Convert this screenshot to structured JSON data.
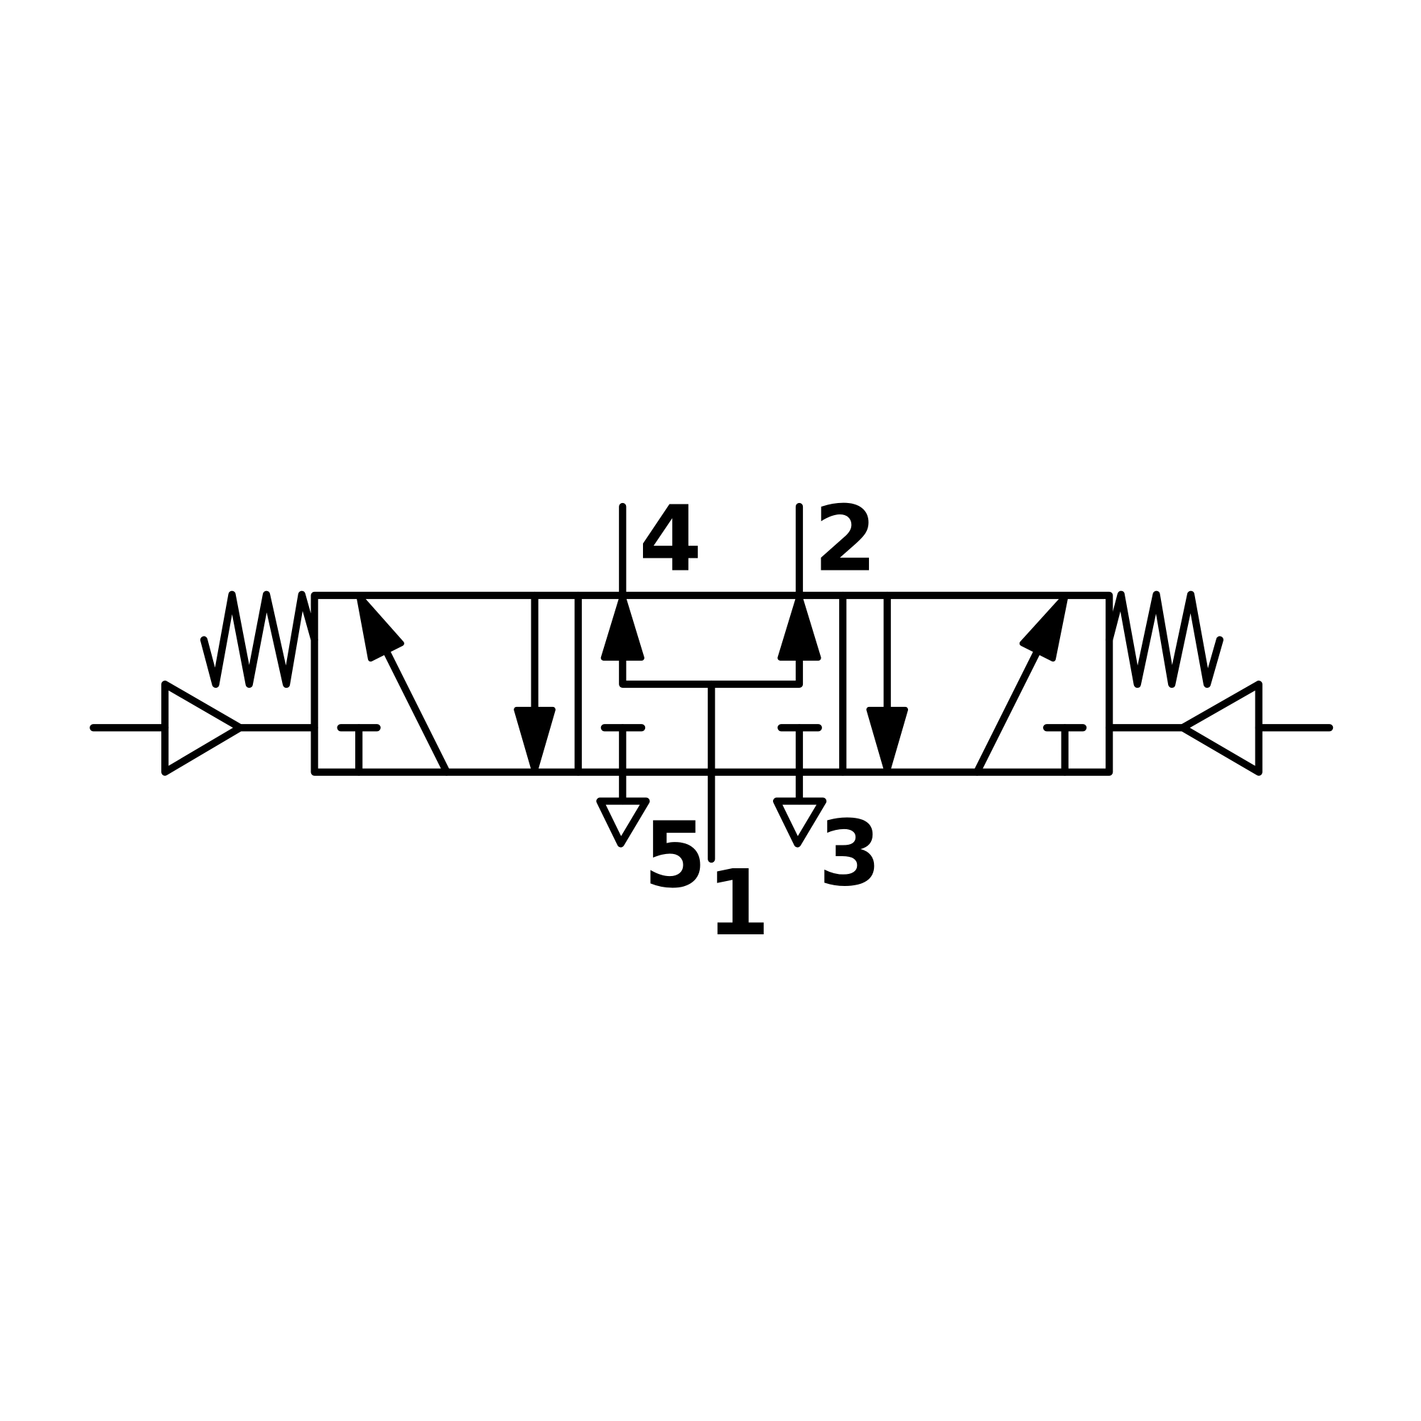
{
  "diagram": {
    "type": "5/3 pneumatic directional control valve symbol",
    "ports": {
      "port_4": "4",
      "port_2": "2",
      "port_5": "5",
      "port_1": "1",
      "port_3": "3"
    },
    "color": "#000000"
  }
}
